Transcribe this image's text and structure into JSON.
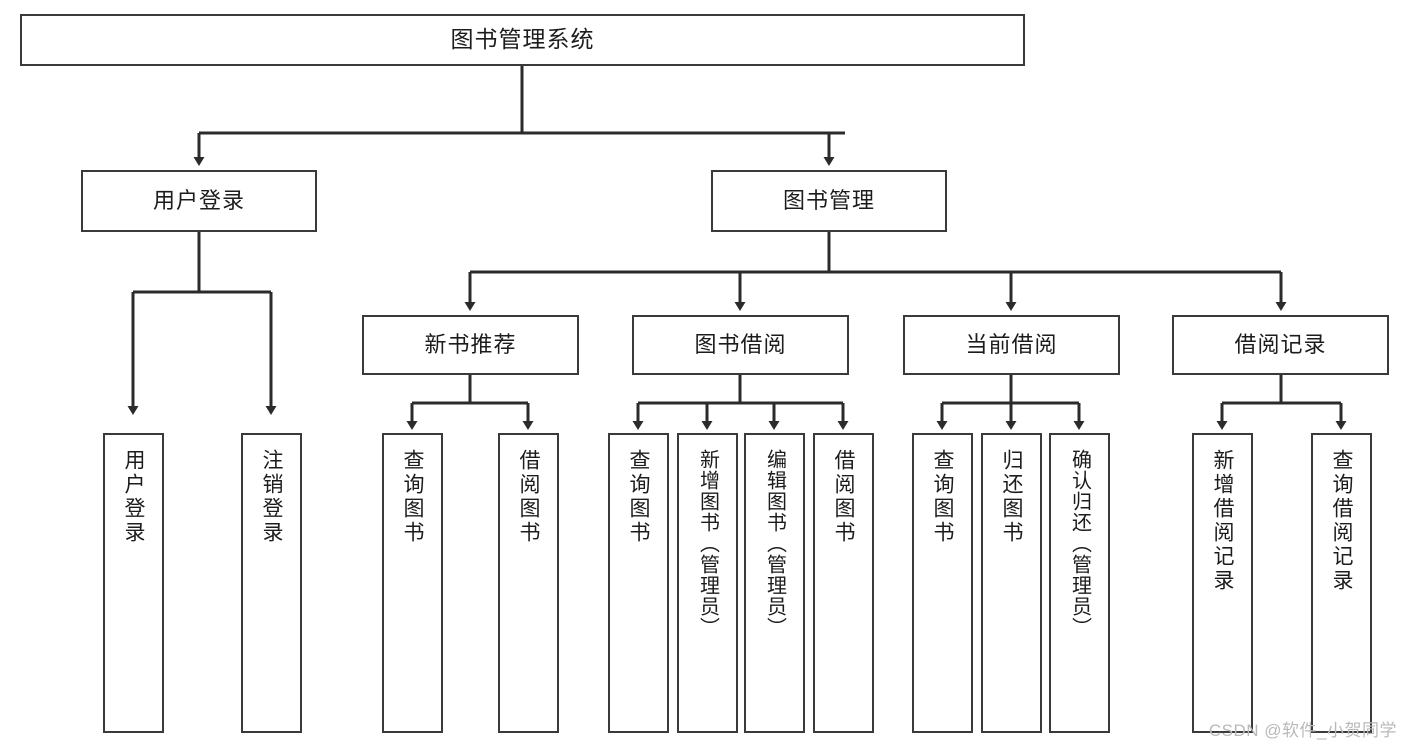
{
  "diagram": {
    "title": "图书管理系统",
    "type": "tree-hierarchy-chart",
    "watermark": "CSDN @软件_小贺同学",
    "colors": {
      "box_border": "#3a3a3a",
      "box_fill": "#ffffff",
      "connector": "#2b2b2b",
      "text": "#1c1c1c",
      "watermark": "#b9b9b9",
      "background": "#ffffff"
    }
  },
  "nodes": {
    "root": {
      "label": "图书管理系统"
    },
    "level2": [
      {
        "label": "用户登录"
      },
      {
        "label": "图书管理"
      }
    ],
    "level3": [
      {
        "label": "新书推荐"
      },
      {
        "label": "图书借阅"
      },
      {
        "label": "当前借阅"
      },
      {
        "label": "借阅记录"
      }
    ],
    "leaves": {
      "user_login": [
        {
          "label": "用户登录"
        },
        {
          "label": "注销登录"
        }
      ],
      "new_book_recommend": [
        {
          "label": "查询图书"
        },
        {
          "label": "借阅图书"
        }
      ],
      "book_borrow": [
        {
          "label": "查询图书"
        },
        {
          "label": "新增图书（管理员）"
        },
        {
          "label": "编辑图书（管理员）"
        },
        {
          "label": "借阅图书"
        }
      ],
      "current_borrow": [
        {
          "label": "查询图书"
        },
        {
          "label": "归还图书"
        },
        {
          "label": "确认归还（管理员）"
        }
      ],
      "borrow_record": [
        {
          "label": "新增借阅记录"
        },
        {
          "label": "查询借阅记录"
        }
      ]
    }
  }
}
